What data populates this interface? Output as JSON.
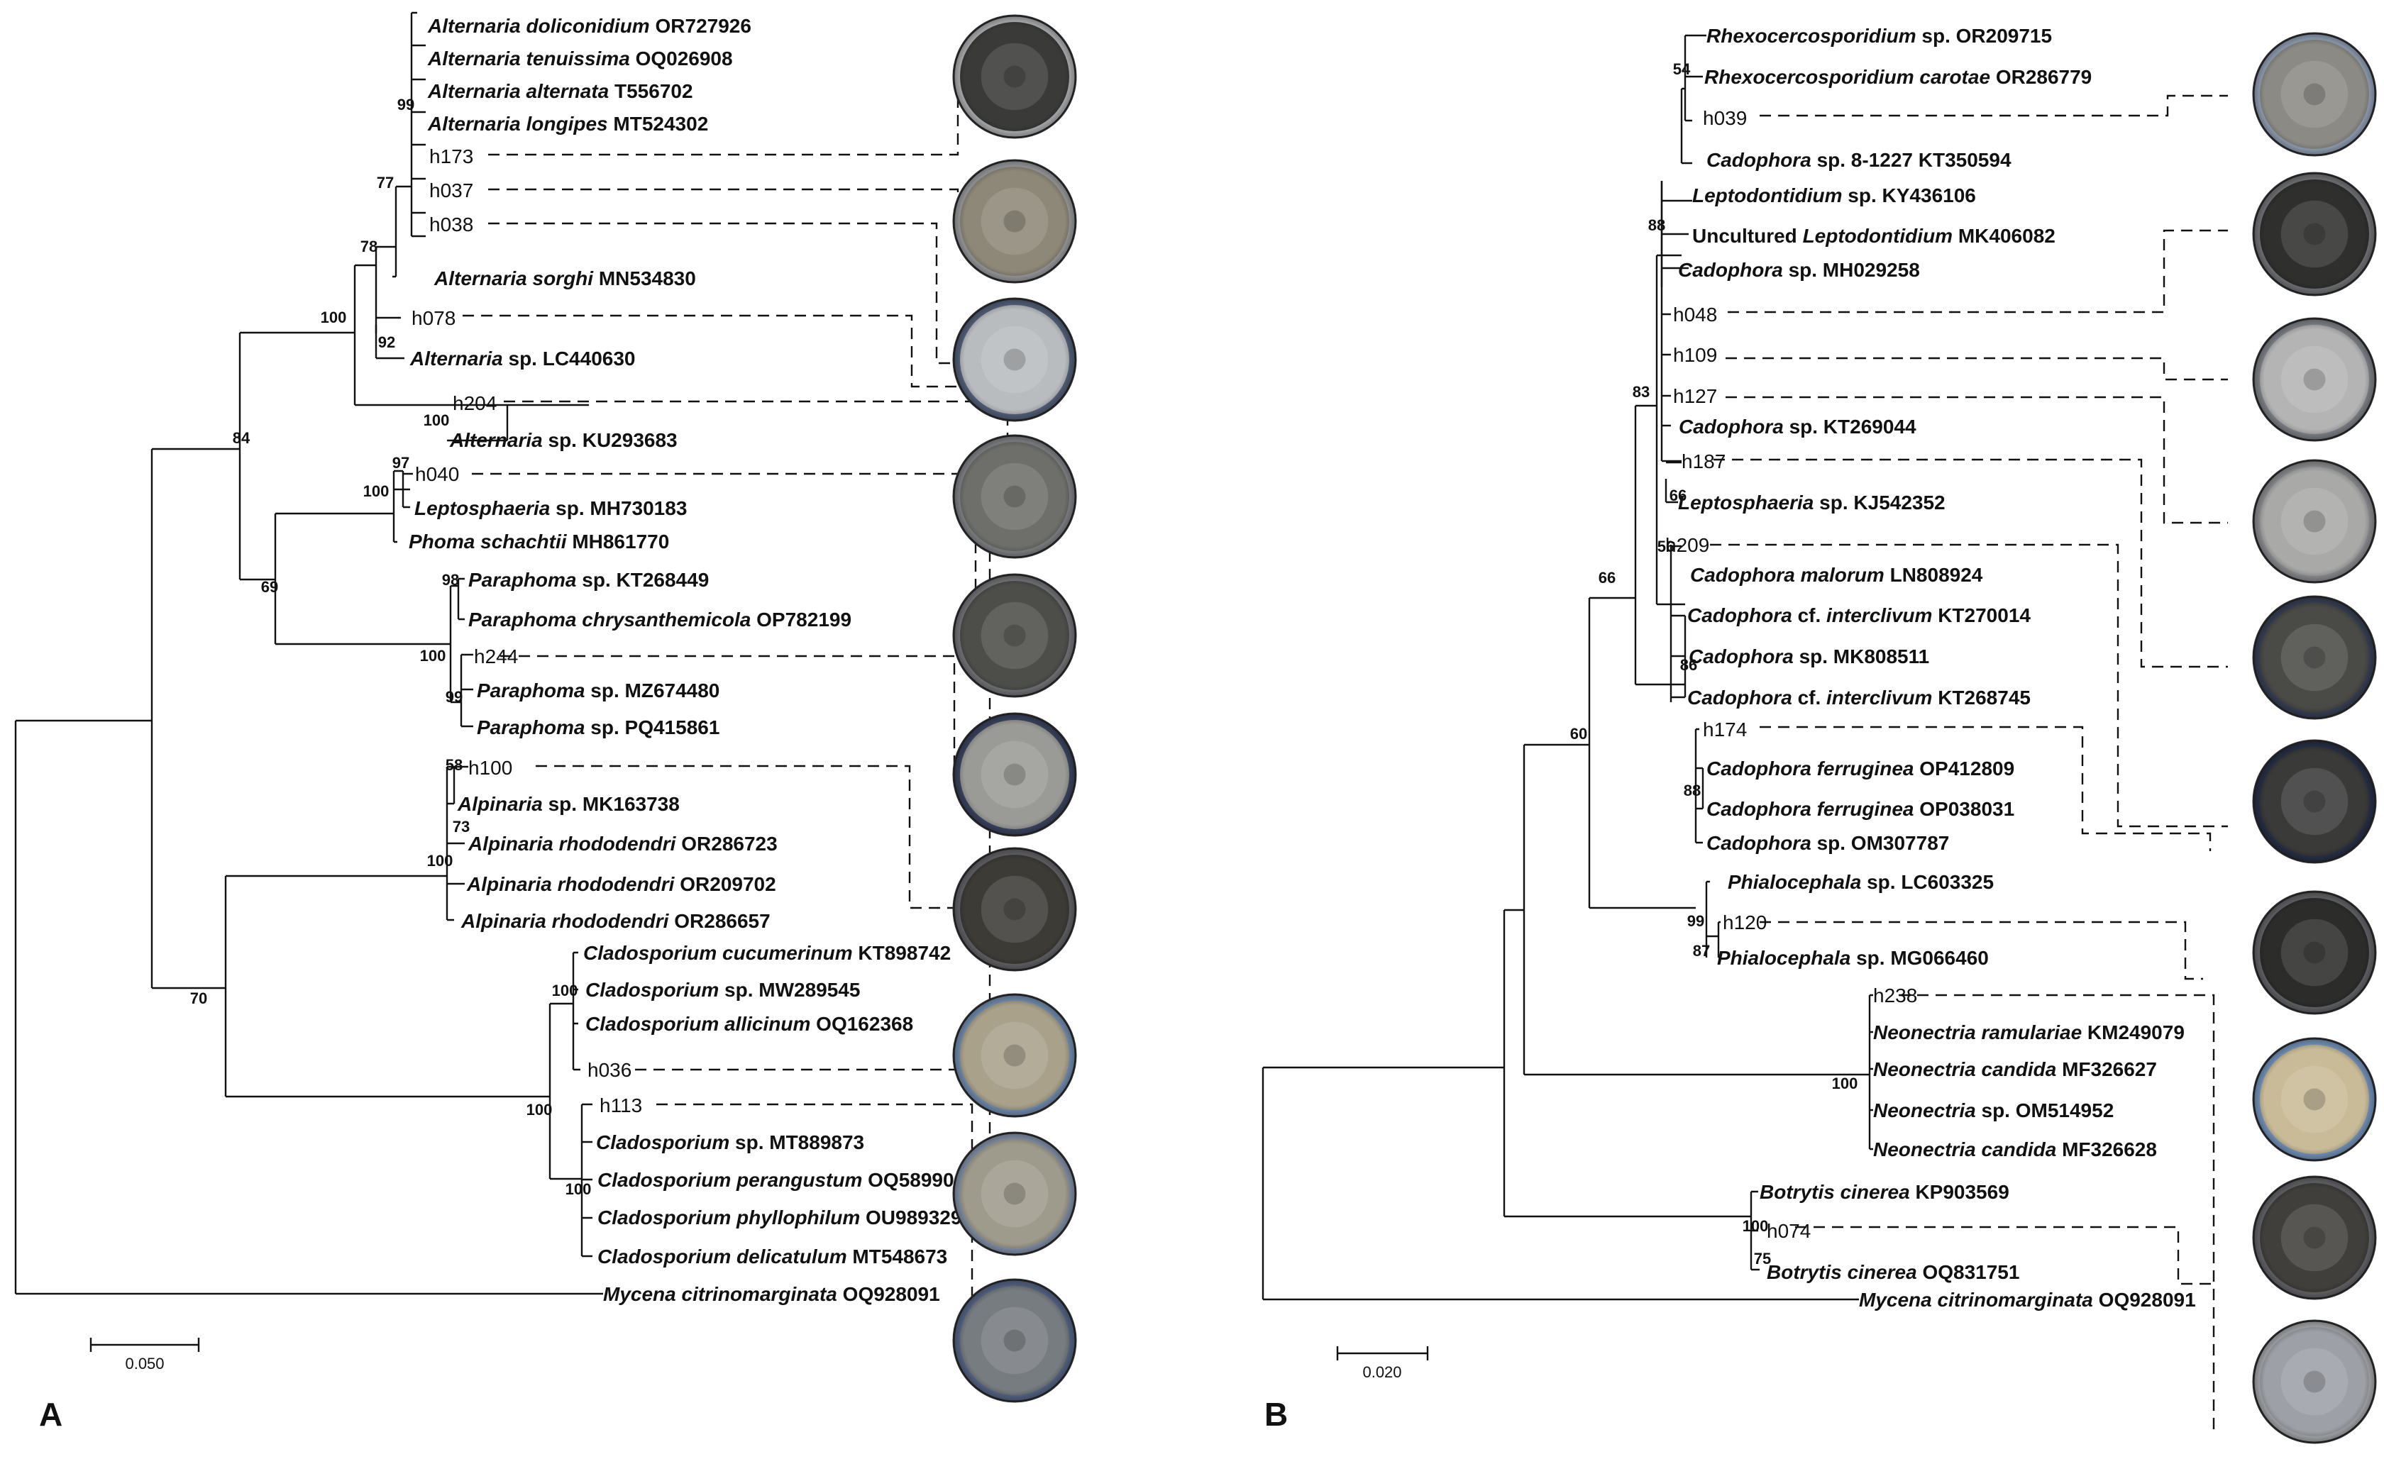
{
  "panels": [
    {
      "id": "A",
      "label": "A",
      "scale": "0.050",
      "taxa": [
        {
          "genus": "Alternaria",
          "epithet": "doliconidium",
          "acc": "OR727926"
        },
        {
          "genus": "Alternaria",
          "epithet": "tenuissima",
          "acc": "OQ026908"
        },
        {
          "genus": "Alternaria",
          "epithet": "alternata",
          "acc": "T556702"
        },
        {
          "genus": "Alternaria",
          "epithet": "longipes",
          "acc": "MT524302"
        },
        {
          "genus": "",
          "epithet": "",
          "acc": "h173"
        },
        {
          "genus": "",
          "epithet": "",
          "acc": "h037"
        },
        {
          "genus": "",
          "epithet": "",
          "acc": "h038"
        },
        {
          "genus": "Alternaria",
          "epithet": "sorghi",
          "acc": "MN534830"
        },
        {
          "genus": "",
          "epithet": "",
          "acc": "h078"
        },
        {
          "genus": "Alternaria",
          "epithet": "sp.",
          "acc": "LC440630"
        },
        {
          "genus": "",
          "epithet": "",
          "acc": "h204"
        },
        {
          "genus": "Alternaria",
          "epithet": "sp.",
          "acc": "KU293683"
        },
        {
          "genus": "",
          "epithet": "",
          "acc": "h040"
        },
        {
          "genus": "Leptosphaeria",
          "epithet": "sp.",
          "acc": "MH730183"
        },
        {
          "genus": "Phoma",
          "epithet": "schachtii",
          "acc": "MH861770"
        },
        {
          "genus": "Paraphoma",
          "epithet": "sp.",
          "acc": "KT268449"
        },
        {
          "genus": "Paraphoma",
          "epithet": "chrysanthemicola",
          "acc": "OP782199"
        },
        {
          "genus": "",
          "epithet": "",
          "acc": "h244"
        },
        {
          "genus": "Paraphoma",
          "epithet": "sp.",
          "acc": "MZ674480"
        },
        {
          "genus": "Paraphoma",
          "epithet": "sp.",
          "acc": "PQ415861"
        },
        {
          "genus": "",
          "epithet": "",
          "acc": "h100"
        },
        {
          "genus": "Alpinaria",
          "epithet": "sp.",
          "acc": "MK163738"
        },
        {
          "genus": "Alpinaria",
          "epithet": "rhododendri",
          "acc": "OR286723"
        },
        {
          "genus": "Alpinaria",
          "epithet": "rhododendri",
          "acc": "OR209702"
        },
        {
          "genus": "Alpinaria",
          "epithet": "rhododendri",
          "acc": "OR286657"
        },
        {
          "genus": "Cladosporium",
          "epithet": "cucumerinum",
          "acc": "KT898742"
        },
        {
          "genus": "Cladosporium",
          "epithet": "sp.",
          "acc": "MW289545"
        },
        {
          "genus": "Cladosporium",
          "epithet": "allicinum",
          "acc": "OQ162368"
        },
        {
          "genus": "",
          "epithet": "",
          "acc": "h036"
        },
        {
          "genus": "",
          "epithet": "",
          "acc": "h113"
        },
        {
          "genus": "Cladosporium",
          "epithet": "sp.",
          "acc": "MT889873"
        },
        {
          "genus": "Cladosporium",
          "epithet": "perangustum",
          "acc": "OQ589906"
        },
        {
          "genus": "Cladosporium",
          "epithet": "phyllophilum",
          "acc": "OU989329"
        },
        {
          "genus": "Cladosporium",
          "epithet": "delicatulum",
          "acc": "MT548673"
        },
        {
          "genus": "Mycena",
          "epithet": "citrinomarginata",
          "acc": "OQ928091"
        }
      ],
      "bootstrap": [
        "99",
        "77",
        "78",
        "100",
        "92",
        "100",
        "84",
        "97",
        "100",
        "69",
        "98",
        "100",
        "99",
        "58",
        "73",
        "100",
        "70",
        "100",
        "100",
        "100"
      ],
      "plates": [
        {
          "tone": "#3a3a38",
          "edge": "#bfc0c3"
        },
        {
          "tone": "#8e8878",
          "edge": "#a8aaad"
        },
        {
          "tone": "#b9bcbf",
          "edge": "#5a6a86"
        },
        {
          "tone": "#6e6e6a",
          "edge": "#8d8f94"
        },
        {
          "tone": "#4d4d49",
          "edge": "#7f8084"
        },
        {
          "tone": "#9a9a96",
          "edge": "#3f4b6a"
        },
        {
          "tone": "#3d3b36",
          "edge": "#6b6c70"
        },
        {
          "tone": "#a9a18a",
          "edge": "#7d9bc1"
        },
        {
          "tone": "#9f9b8c",
          "edge": "#8e9fb8"
        },
        {
          "tone": "#777c80",
          "edge": "#5c6f93"
        }
      ]
    },
    {
      "id": "B",
      "label": "B",
      "scale": "0.020",
      "taxa": [
        {
          "genus": "Rhexocercosporidium",
          "epithet": "sp.",
          "acc": "OR209715"
        },
        {
          "genus": "Rhexocercosporidium",
          "epithet": "carotae",
          "acc": "OR286779"
        },
        {
          "genus": "",
          "epithet": "",
          "acc": "h039"
        },
        {
          "genus": "Cadophora",
          "epithet": "sp. 8-1227",
          "acc": "KT350594"
        },
        {
          "genus": "Leptodontidium",
          "epithet": "sp.",
          "acc": "KY436106"
        },
        {
          "genus": "Leptodontidium",
          "epithet": "",
          "acc": "MK406082",
          "prefix": "Uncultured"
        },
        {
          "genus": "Cadophora",
          "epithet": "sp.",
          "acc": "MH029258"
        },
        {
          "genus": "",
          "epithet": "",
          "acc": "h048"
        },
        {
          "genus": "",
          "epithet": "",
          "acc": "h109"
        },
        {
          "genus": "",
          "epithet": "",
          "acc": "h127"
        },
        {
          "genus": "Cadophora",
          "epithet": "sp.",
          "acc": "KT269044"
        },
        {
          "genus": "",
          "epithet": "",
          "acc": "h187"
        },
        {
          "genus": "Leptosphaeria",
          "epithet": "sp.",
          "acc": "KJ542352"
        },
        {
          "genus": "",
          "epithet": "",
          "acc": "h209"
        },
        {
          "genus": "Cadophora",
          "epithet": "malorum",
          "acc": "LN808924"
        },
        {
          "genus": "Cadophora",
          "epithet": "cf. interclivum",
          "acc": "KT270014"
        },
        {
          "genus": "Cadophora",
          "epithet": "sp.",
          "acc": "MK808511"
        },
        {
          "genus": "Cadophora",
          "epithet": "cf. interclivum",
          "acc": "KT268745"
        },
        {
          "genus": "",
          "epithet": "",
          "acc": "h174"
        },
        {
          "genus": "Cadophora",
          "epithet": "ferruginea",
          "acc": "OP412809"
        },
        {
          "genus": "Cadophora",
          "epithet": "ferruginea",
          "acc": "OP038031"
        },
        {
          "genus": "Cadophora",
          "epithet": "sp.",
          "acc": "OM307787"
        },
        {
          "genus": "Phialocephala",
          "epithet": "sp.",
          "acc": "LC603325"
        },
        {
          "genus": "",
          "epithet": "",
          "acc": "h120"
        },
        {
          "genus": "Phialocephala",
          "epithet": "sp.",
          "acc": "MG066460"
        },
        {
          "genus": "",
          "epithet": "",
          "acc": "h238"
        },
        {
          "genus": "Neonectria",
          "epithet": "ramulariae",
          "acc": "KM249079"
        },
        {
          "genus": "Neonectria",
          "epithet": "candida",
          "acc": "MF326627"
        },
        {
          "genus": "Neonectria",
          "epithet": "sp.",
          "acc": "OM514952"
        },
        {
          "genus": "Neonectria",
          "epithet": "candida",
          "acc": "MF326628"
        },
        {
          "genus": "Botrytis",
          "epithet": "cinerea",
          "acc": "KP903569"
        },
        {
          "genus": "",
          "epithet": "",
          "acc": "h074"
        },
        {
          "genus": "Botrytis",
          "epithet": "cinerea",
          "acc": "OQ831751"
        },
        {
          "genus": "Mycena",
          "epithet": "citrinomarginata",
          "acc": "OQ928091"
        }
      ],
      "bootstrap": [
        "54",
        "88",
        "83",
        "66",
        "56",
        "86",
        "66",
        "88",
        "60",
        "99",
        "87",
        "100",
        "100",
        "75"
      ],
      "plates": [
        {
          "tone": "#8c8a84",
          "edge": "#9fb0c8"
        },
        {
          "tone": "#2f2f2e",
          "edge": "#7d7e82"
        },
        {
          "tone": "#b4b4b4",
          "edge": "#8b8f96"
        },
        {
          "tone": "#a9a9a7",
          "edge": "#9a9ba0"
        },
        {
          "tone": "#4a4a47",
          "edge": "#3c465e"
        },
        {
          "tone": "#3a3a39",
          "edge": "#2b3550"
        },
        {
          "tone": "#2c2c2a",
          "edge": "#6c6d72"
        },
        {
          "tone": "#c9bb98",
          "edge": "#7ea2cf"
        },
        {
          "tone": "#403f3b",
          "edge": "#6d6e73"
        },
        {
          "tone": "#9ea0a8",
          "edge": "#b6b7bb"
        }
      ]
    }
  ]
}
